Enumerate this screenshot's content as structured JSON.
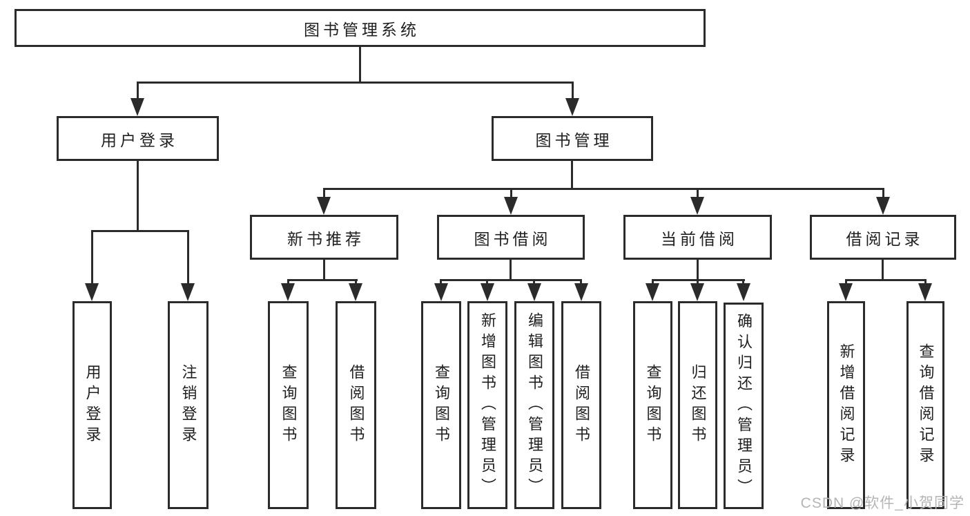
{
  "diagram": {
    "root": {
      "label": "图书管理系统"
    },
    "level2": {
      "user_login": {
        "label": "用户登录"
      },
      "book_mgmt": {
        "label": "图书管理"
      }
    },
    "level3": {
      "new_book_rec": {
        "label": "新书推荐"
      },
      "book_borrow": {
        "label": "图书借阅"
      },
      "current_borrow": {
        "label": "当前借阅"
      },
      "borrow_record": {
        "label": "借阅记录"
      }
    },
    "leaves": {
      "login": {
        "label": "用户登录"
      },
      "logout": {
        "label": "注销登录"
      },
      "rec_query": {
        "label": "查询图书"
      },
      "rec_borrow": {
        "label": "借阅图书"
      },
      "bor_query": {
        "label": "查询图书"
      },
      "bor_add": {
        "label": "新增图书（管理员）"
      },
      "bor_edit": {
        "label": "编辑图书（管理员）"
      },
      "bor_borrow": {
        "label": "借阅图书"
      },
      "cur_query": {
        "label": "查询图书"
      },
      "cur_return": {
        "label": "归还图书"
      },
      "cur_confirm": {
        "label": "确认归还（管理员）"
      },
      "rcd_add": {
        "label": "新增借阅记录"
      },
      "rcd_query": {
        "label": "查询借阅记录"
      }
    },
    "watermark": "CSDN @软件_小贺同学",
    "colors": {
      "line": "#2b2b2b",
      "text": "#1f1f1f",
      "background": "#ffffff",
      "watermark": "#b5b5b5"
    }
  }
}
